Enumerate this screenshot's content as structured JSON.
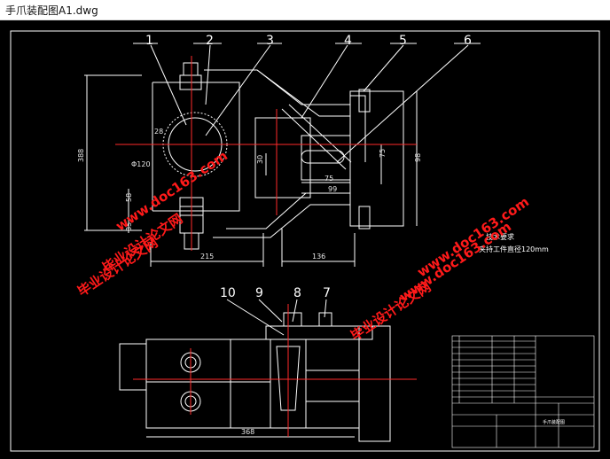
{
  "window": {
    "title": "手爪装配图A1.dwg"
  },
  "part_labels": [
    "1",
    "2",
    "3",
    "4",
    "5",
    "6",
    "7",
    "8",
    "9",
    "10"
  ],
  "dimensions": {
    "d1": "388",
    "d2": "28",
    "d3": "Φ120",
    "d4": "58",
    "d5": "85",
    "d6": "215",
    "d7": "136",
    "d8": "75",
    "d9": "99",
    "d10": "75",
    "d11": "98",
    "d12": "30",
    "d13": "368"
  },
  "tech_note": {
    "title": "技术要求",
    "line": "夹持工件直径120mm"
  },
  "watermarks": {
    "site1": "www.doc163.com",
    "cn1": "毕业设计论文网",
    "site2": "www.doc163.com",
    "cn2": "毕业设计论文网",
    "site3": "www.doc163.com",
    "cn3": "毕业设计论文网"
  },
  "title_block": {
    "drawing_name": "手爪装配图"
  },
  "colors": {
    "background": "#000000",
    "lines": "#ffffff",
    "centerline": "#ff2a2a",
    "watermark": "#ff1a1a"
  }
}
